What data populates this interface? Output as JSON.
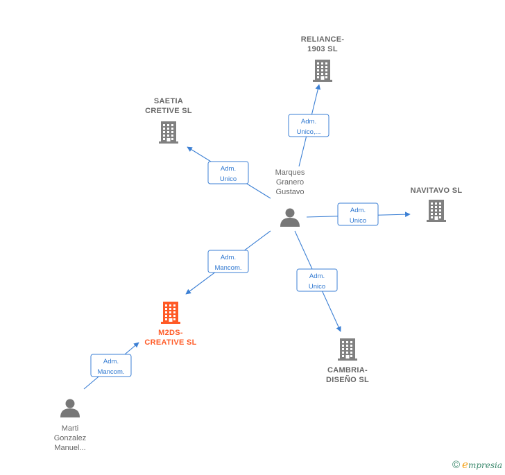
{
  "persons": [
    {
      "id": "marques",
      "lines": [
        "Marques",
        "Granero",
        "Gustavo"
      ]
    },
    {
      "id": "marti",
      "lines": [
        "Marti",
        "Gonzalez",
        "Manuel..."
      ]
    }
  ],
  "companies": [
    {
      "id": "reliance",
      "lines": [
        "RELIANCE-",
        "1903  SL"
      ],
      "highlight": false
    },
    {
      "id": "saetia",
      "lines": [
        "SAETIA",
        "CRETIVE  SL"
      ],
      "highlight": false
    },
    {
      "id": "navitavo",
      "lines": [
        "NAVITAVO SL"
      ],
      "highlight": false
    },
    {
      "id": "m2ds",
      "lines": [
        "M2DS-",
        "CREATIVE  SL"
      ],
      "highlight": true
    },
    {
      "id": "cambria",
      "lines": [
        "CAMBRIA-",
        "DISEÑO  SL"
      ],
      "highlight": false
    }
  ],
  "relations": [
    {
      "from": "marques",
      "to": "reliance",
      "label": [
        "Adm.",
        "Unico,..."
      ]
    },
    {
      "from": "marques",
      "to": "saetia",
      "label": [
        "Adm.",
        "Unico"
      ]
    },
    {
      "from": "marques",
      "to": "navitavo",
      "label": [
        "Adm.",
        "Unico"
      ]
    },
    {
      "from": "marques",
      "to": "m2ds",
      "label": [
        "Adm.",
        "Mancom."
      ]
    },
    {
      "from": "marques",
      "to": "cambria",
      "label": [
        "Adm.",
        "Unico"
      ]
    },
    {
      "from": "marti",
      "to": "m2ds",
      "label": [
        "Adm.",
        "Mancom."
      ]
    }
  ],
  "colors": {
    "edge": "#3b7fd4",
    "company": "#808080",
    "highlight": "#ff5a26",
    "person": "#777777"
  },
  "icons": {
    "company": "building-icon",
    "person": "person-icon"
  },
  "brand": {
    "copyright": "©",
    "initial": "e",
    "name": "mpresia"
  }
}
